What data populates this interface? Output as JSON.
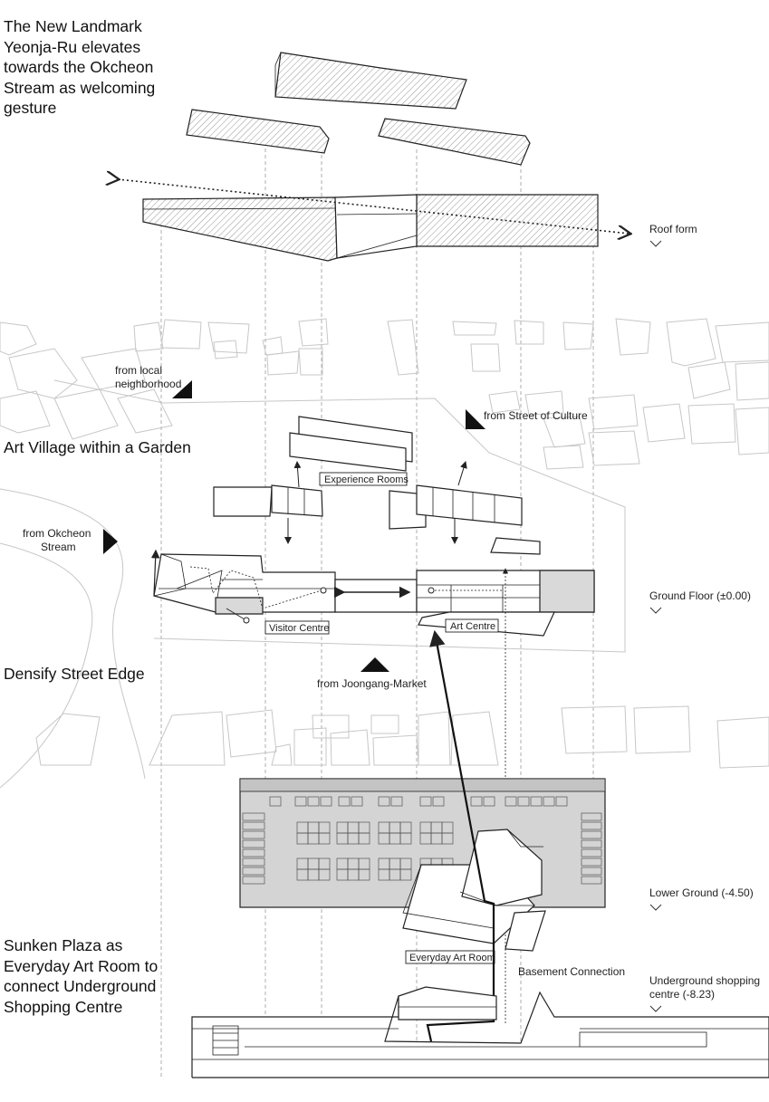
{
  "headings": {
    "landmark": "The New Landmark\nYeonja-Ru elevates\ntowards the Okcheon\nStream as welcoming\ngesture",
    "art_village": "Art Village within a Garden",
    "densify": "Densify Street Edge",
    "sunken_plaza": "Sunken Plaza as\nEveryday Art Room to\nconnect Underground\nShopping Centre"
  },
  "levels": {
    "roof": "Roof form",
    "ground": "Ground Floor (±0.00)",
    "lower_ground": "Lower Ground (-4.50)",
    "underground_1": "Underground shopping",
    "underground_2": "centre (-8.23)"
  },
  "approaches": {
    "local_1": "from local",
    "local_2": "neighborhood",
    "culture": "from Street of Culture",
    "okcheon_1": "from Okcheon",
    "okcheon_2": "Stream",
    "market": "from Joongang-Market"
  },
  "spaces": {
    "experience_rooms": "Experience Rooms",
    "visitor_centre": "Visitor Centre",
    "art_centre": "Art Centre",
    "everyday_art_room": "Everyday Art Room",
    "basement_connection": "Basement Connection"
  },
  "colors": {
    "line": "#222222",
    "context": "#c7c7c7",
    "shade": "#d9d9d9",
    "parking_grey": "#d4d4d4"
  }
}
